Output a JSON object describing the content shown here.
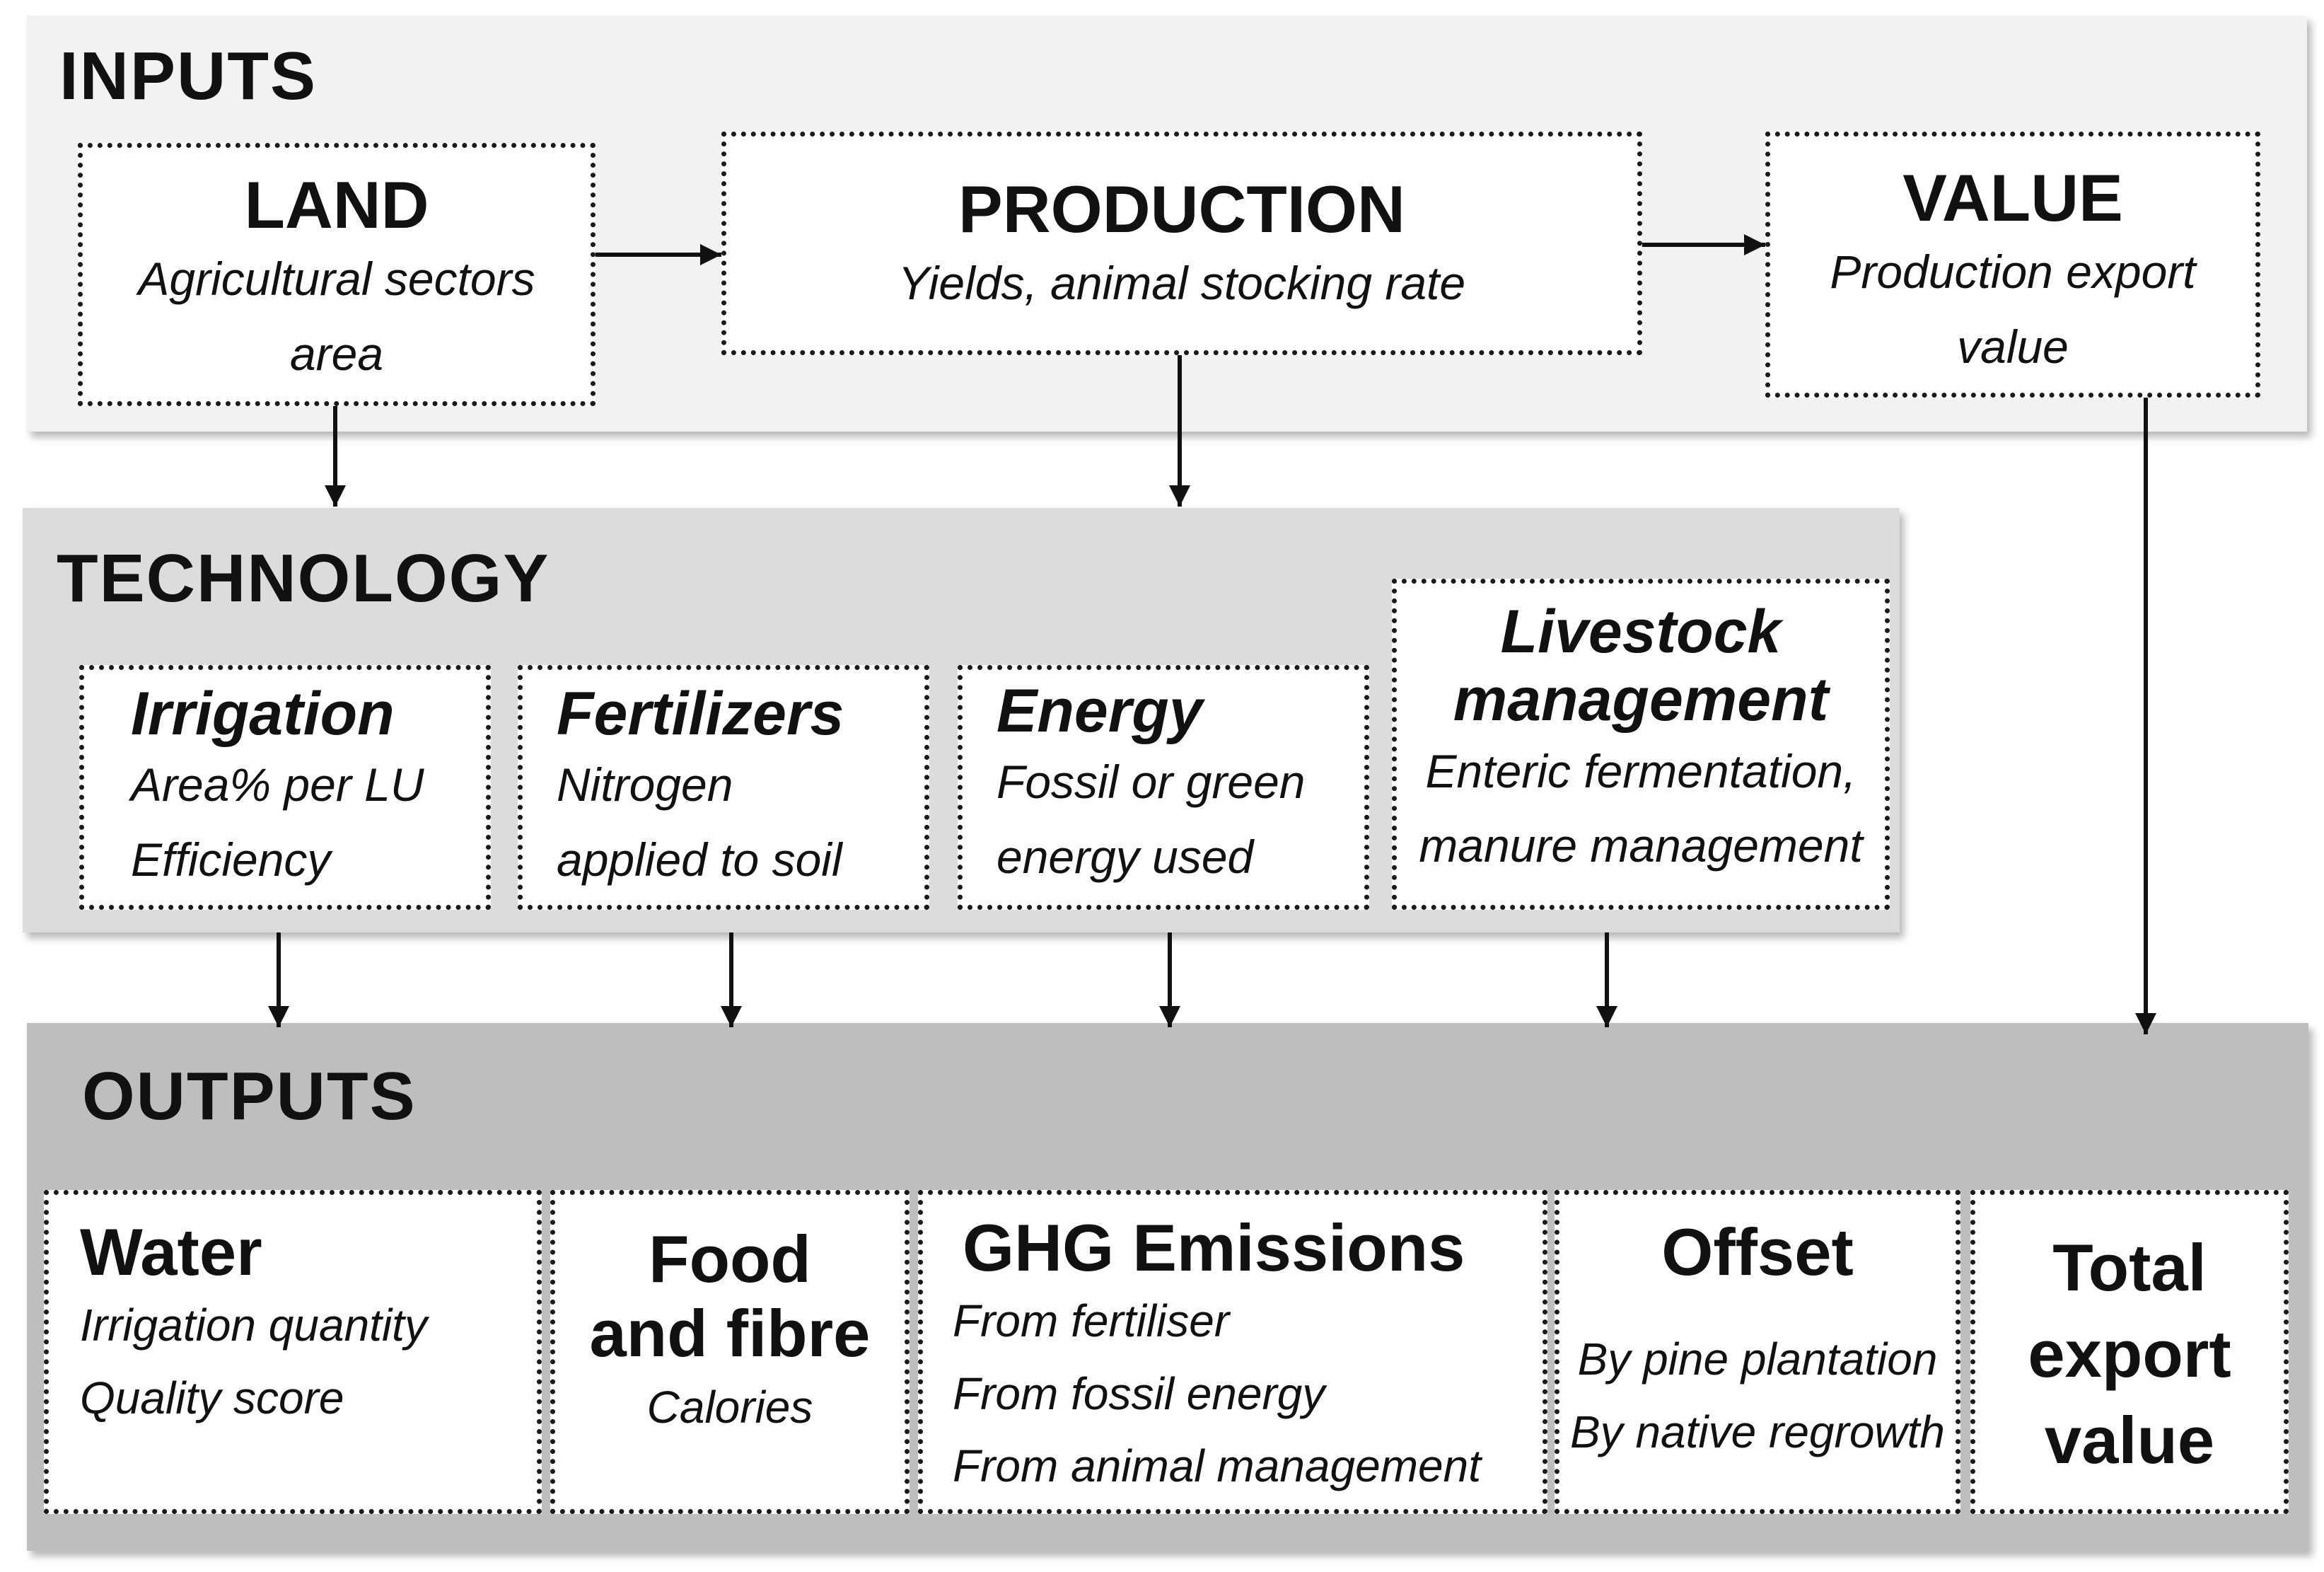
{
  "sections": {
    "inputs": "INPUTS",
    "technology": "TECHNOLOGY",
    "outputs": "OUTPUTS"
  },
  "inputs": {
    "land": {
      "title": "LAND",
      "desc": [
        "Agricultural sectors",
        "area"
      ]
    },
    "production": {
      "title": "PRODUCTION",
      "desc": [
        "Yields, animal stocking rate"
      ]
    },
    "value": {
      "title": "VALUE",
      "desc": [
        "Production export",
        "value"
      ]
    }
  },
  "technology": {
    "irrigation": {
      "title": "Irrigation",
      "desc": [
        "Area% per LU",
        "Efficiency"
      ]
    },
    "fertilizers": {
      "title": "Fertilizers",
      "desc": [
        "Nitrogen",
        "applied to soil"
      ]
    },
    "energy": {
      "title": "Energy",
      "desc": [
        "Fossil or green",
        "energy used"
      ]
    },
    "livestock": {
      "title": [
        "Livestock",
        "management"
      ],
      "desc": [
        "Enteric fermentation,",
        "manure management"
      ]
    }
  },
  "outputs": {
    "water": {
      "title": "Water",
      "desc": [
        "Irrigation quantity",
        "Quality score"
      ]
    },
    "food": {
      "title": [
        "Food",
        "and fibre"
      ],
      "desc": [
        "Calories"
      ]
    },
    "ghg": {
      "title": "GHG Emissions",
      "desc": [
        "From fertiliser",
        "From fossil energy",
        "From animal management"
      ]
    },
    "offset": {
      "title": "Offset",
      "desc": [
        "By pine plantation",
        "By native regrowth"
      ]
    },
    "total": {
      "title": [
        "Total",
        "export",
        "value"
      ]
    }
  }
}
